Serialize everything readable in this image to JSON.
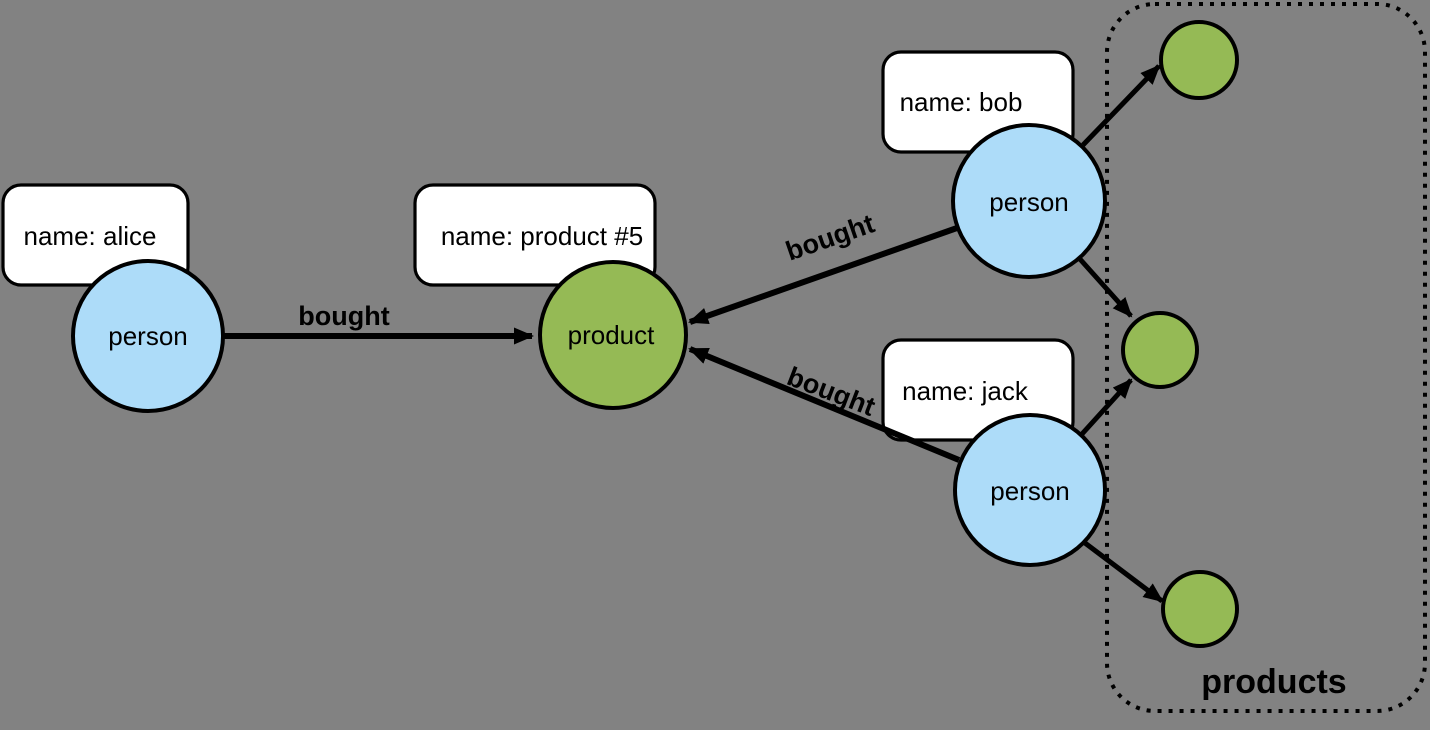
{
  "canvas": {
    "background_color": "#828282"
  },
  "palette": {
    "person_fill": "#addcf9",
    "product_fill": "#95ba55",
    "outline": "#000000",
    "label_box_fill": "#ffffff"
  },
  "nodes": {
    "alice": {
      "type": "person",
      "property": "name: alice"
    },
    "bob": {
      "type": "person",
      "property": "name: bob"
    },
    "jack": {
      "type": "person",
      "property": "name: jack"
    },
    "product5": {
      "type": "product",
      "property": "name: product #5"
    }
  },
  "edges": {
    "alice_bought": {
      "label": "bought"
    },
    "bob_bought": {
      "label": "bought"
    },
    "jack_bought": {
      "label": "bought"
    }
  },
  "group": {
    "label": "products"
  }
}
